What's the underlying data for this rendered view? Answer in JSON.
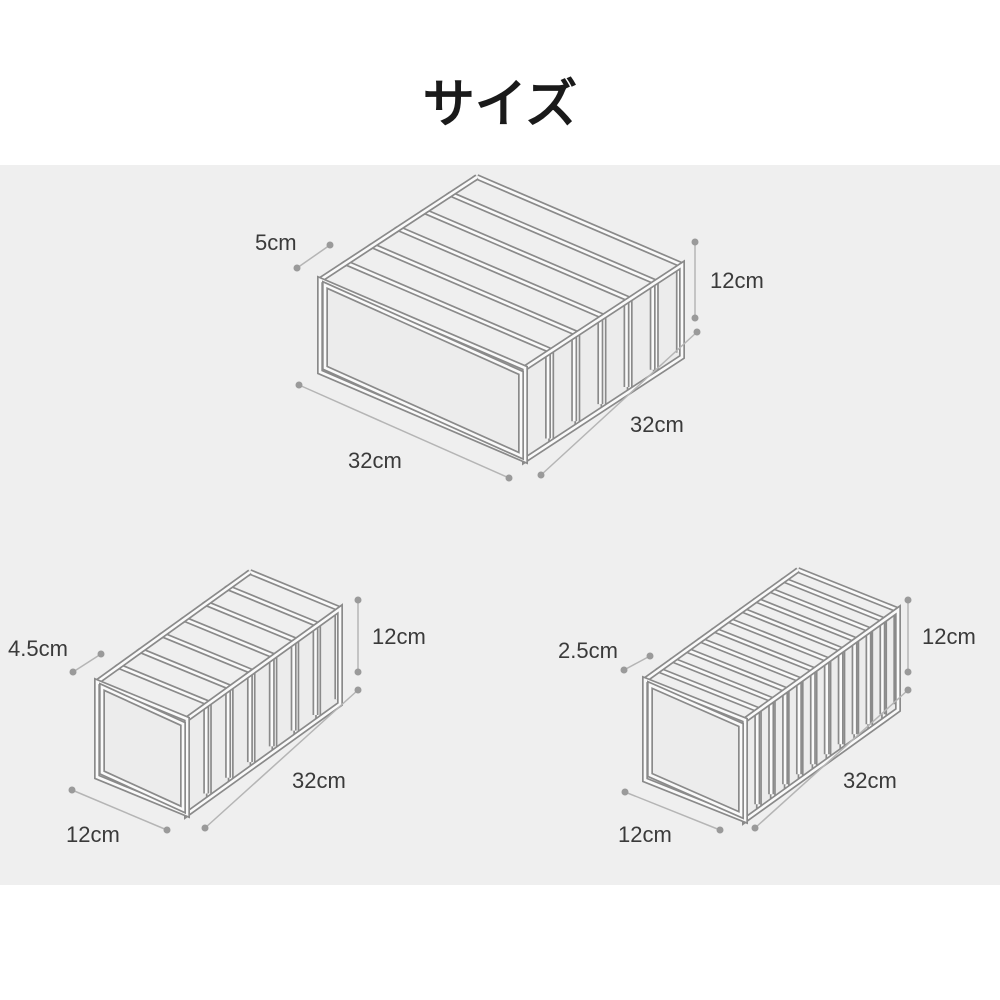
{
  "title": "サイズ",
  "colors": {
    "background": "#efefef",
    "outline": "#8a8a8a",
    "text": "#3a3a3a"
  },
  "products": [
    {
      "compartment_width": "5cm",
      "height": "12cm",
      "depth": "32cm",
      "width": "32cm",
      "compartments": 6
    },
    {
      "compartment_width": "4.5cm",
      "height": "12cm",
      "depth": "32cm",
      "width": "12cm",
      "compartments": 7
    },
    {
      "compartment_width": "2.5cm",
      "height": "12cm",
      "depth": "32cm",
      "width": "12cm",
      "compartments": 11
    }
  ]
}
